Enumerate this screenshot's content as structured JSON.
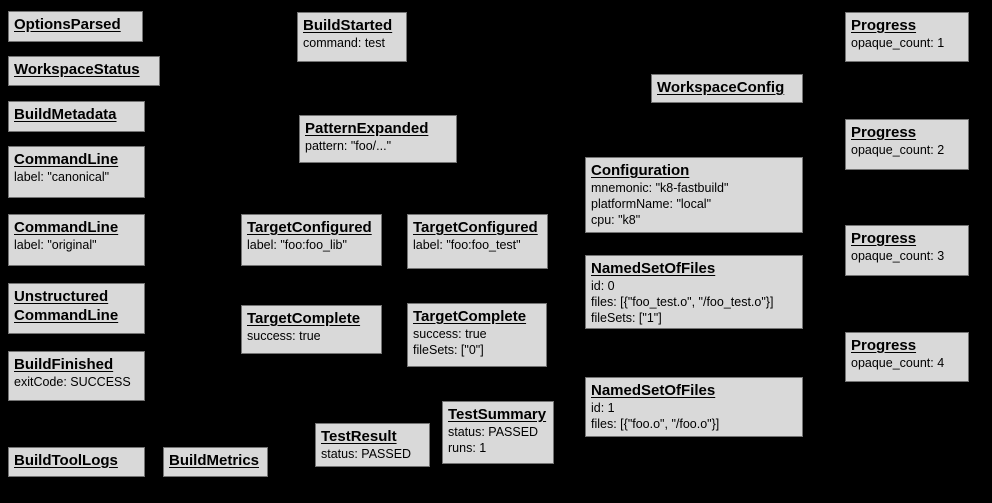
{
  "diagram": {
    "background_color": "#000000",
    "box_fill_color": "#d9d9d9",
    "box_border_color": "#747474",
    "text_color": "#000000",
    "boxes": [
      {
        "title": "OptionsParsed",
        "lines": []
      },
      {
        "title": "WorkspaceStatus",
        "lines": []
      },
      {
        "title": "BuildMetadata",
        "lines": []
      },
      {
        "title": "CommandLine",
        "lines": [
          "label: \"canonical\""
        ]
      },
      {
        "title": "CommandLine",
        "lines": [
          "label: \"original\""
        ]
      },
      {
        "title": "Unstructured",
        "title2": "CommandLine",
        "lines": []
      },
      {
        "title": "BuildFinished",
        "lines": [
          "exitCode: SUCCESS"
        ]
      },
      {
        "title": "BuildToolLogs",
        "lines": []
      },
      {
        "title": "BuildMetrics",
        "lines": []
      },
      {
        "title": "BuildStarted",
        "lines": [
          "command: test"
        ]
      },
      {
        "title": "PatternExpanded",
        "lines": [
          "pattern: \"foo/...\""
        ]
      },
      {
        "title": "TargetConfigured",
        "lines": [
          "label: \"foo:foo_lib\""
        ]
      },
      {
        "title": "TargetConfigured",
        "lines": [
          "label: \"foo:foo_test\""
        ]
      },
      {
        "title": "TargetComplete",
        "lines": [
          "success: true"
        ]
      },
      {
        "title": "TargetComplete",
        "lines": [
          "success: true",
          "fileSets: [\"0\"]"
        ]
      },
      {
        "title": "TestResult",
        "lines": [
          "status: PASSED"
        ]
      },
      {
        "title": "TestSummary",
        "lines": [
          "status: PASSED",
          "runs: 1"
        ]
      },
      {
        "title": "WorkspaceConfig",
        "lines": []
      },
      {
        "title": "Configuration",
        "lines": [
          "mnemonic: \"k8-fastbuild\"",
          "platformName: \"local\"",
          "cpu: \"k8\""
        ]
      },
      {
        "title": "NamedSetOfFiles",
        "lines": [
          "id: 0",
          "files: [{\"foo_test.o\", \"/foo_test.o\"}]",
          "fileSets: [\"1\"]"
        ]
      },
      {
        "title": "NamedSetOfFiles",
        "lines": [
          "id: 1",
          "files: [{\"foo.o\", \"/foo.o\"}]"
        ]
      },
      {
        "title": "Progress",
        "lines": [
          "opaque_count: 1"
        ]
      },
      {
        "title": "Progress",
        "lines": [
          "opaque_count: 2"
        ]
      },
      {
        "title": "Progress",
        "lines": [
          "opaque_count: 3"
        ]
      },
      {
        "title": "Progress",
        "lines": [
          "opaque_count: 4"
        ]
      }
    ]
  }
}
